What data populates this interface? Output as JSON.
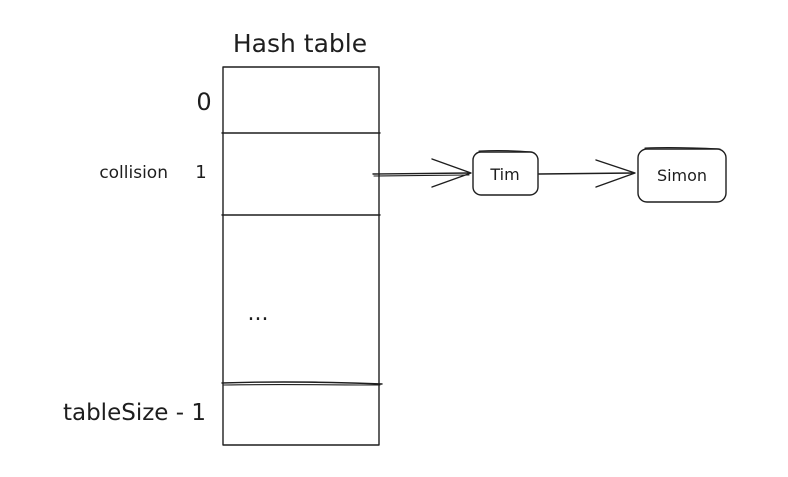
{
  "title": "Hash table",
  "index_labels": {
    "first": "0",
    "second": "1",
    "last": "tableSize - 1"
  },
  "ellipsis": "...",
  "collision_label": "collision",
  "chain_nodes": [
    "Tim",
    "Simon"
  ],
  "colors": {
    "stroke": "#1e1e1e",
    "background": "#ffffff"
  }
}
